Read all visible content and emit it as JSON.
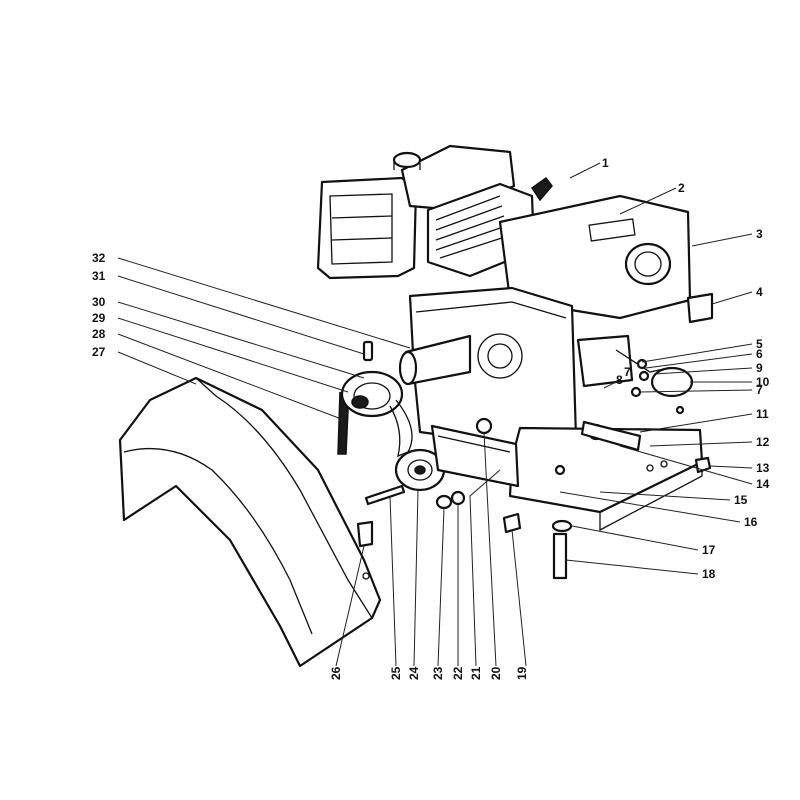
{
  "callouts": [
    {
      "id": "1",
      "label": "1"
    },
    {
      "id": "2",
      "label": "2"
    },
    {
      "id": "3",
      "label": "3"
    },
    {
      "id": "4",
      "label": "4"
    },
    {
      "id": "5",
      "label": "5"
    },
    {
      "id": "6",
      "label": "6"
    },
    {
      "id": "7a",
      "label": "7"
    },
    {
      "id": "7b",
      "label": "7"
    },
    {
      "id": "8",
      "label": "8"
    },
    {
      "id": "9",
      "label": "9"
    },
    {
      "id": "10",
      "label": "10"
    },
    {
      "id": "11",
      "label": "11"
    },
    {
      "id": "12",
      "label": "12"
    },
    {
      "id": "13",
      "label": "13"
    },
    {
      "id": "14",
      "label": "14"
    },
    {
      "id": "15",
      "label": "15"
    },
    {
      "id": "16",
      "label": "16"
    },
    {
      "id": "17",
      "label": "17"
    },
    {
      "id": "18",
      "label": "18"
    },
    {
      "id": "19",
      "label": "19"
    },
    {
      "id": "20",
      "label": "20"
    },
    {
      "id": "21",
      "label": "21"
    },
    {
      "id": "22",
      "label": "22"
    },
    {
      "id": "23",
      "label": "23"
    },
    {
      "id": "24",
      "label": "24"
    },
    {
      "id": "25",
      "label": "25"
    },
    {
      "id": "26",
      "label": "26"
    },
    {
      "id": "27",
      "label": "27"
    },
    {
      "id": "28",
      "label": "28"
    },
    {
      "id": "29",
      "label": "29"
    },
    {
      "id": "30",
      "label": "30"
    },
    {
      "id": "31",
      "label": "31"
    },
    {
      "id": "32",
      "label": "32"
    }
  ]
}
